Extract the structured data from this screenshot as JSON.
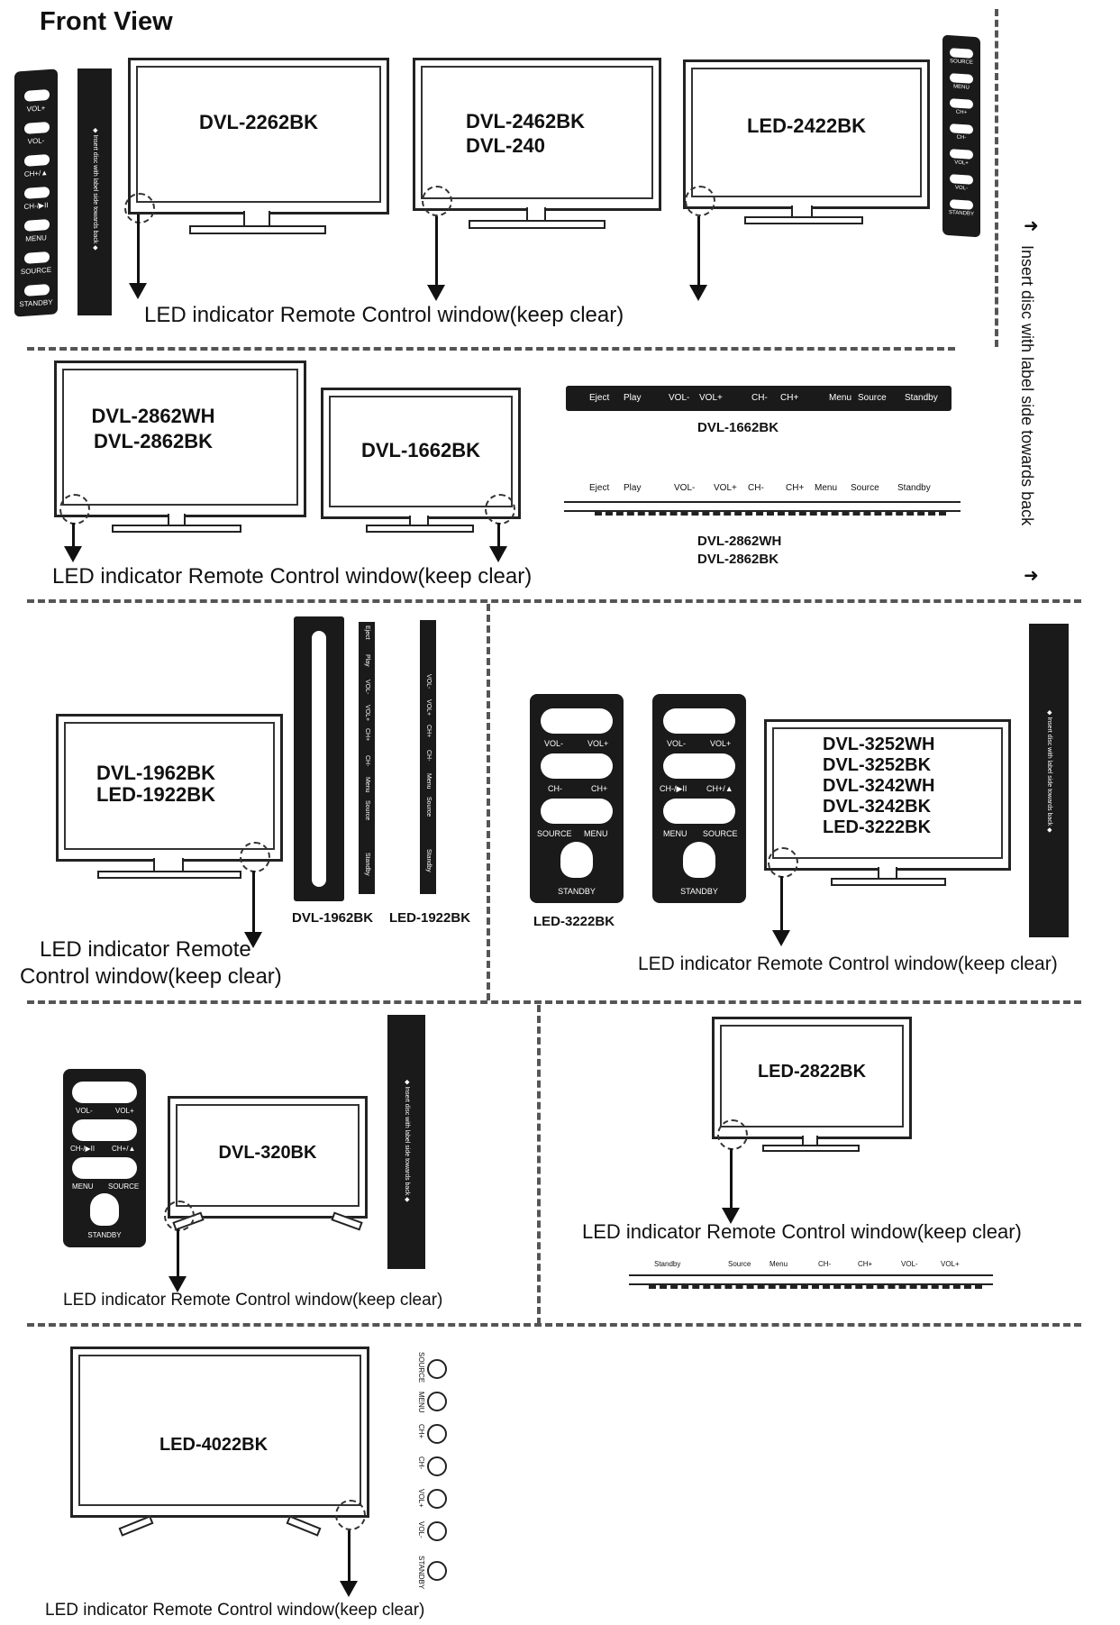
{
  "title": "Front View",
  "side_note": "Insert disc with label side towards back",
  "caption_text": "LED indicator Remote Control window(keep clear)",
  "caption_split": [
    "LED indicator Remote",
    "Control window(keep clear)"
  ],
  "models": {
    "m2262": "DVL-2262BK",
    "m2462": [
      "DVL-2462BK",
      "DVL-240"
    ],
    "m2422": "LED-2422BK",
    "m2862": [
      "DVL-2862WH",
      "DVL-2862BK"
    ],
    "m1662": "DVL-1662BK",
    "m1962": [
      "DVL-1962BK",
      "LED-1922BK"
    ],
    "m3252": [
      "DVL-3252WH",
      "DVL-3252BK",
      "DVL-3242WH",
      "DVL-3242BK",
      "LED-3222BK"
    ],
    "m320": "DVL-320BK",
    "m2822": "LED-2822BK",
    "m4022": "LED-4022BK"
  },
  "panel_labels": {
    "p1662": "DVL-1662BK",
    "p2862": [
      "DVL-2862WH",
      "DVL-2862BK"
    ],
    "p1962": "DVL-1962BK",
    "p1922": "LED-1922BK",
    "p3222": "LED-3222BK"
  },
  "button_rows": {
    "dvl1662": [
      "Eject",
      "Play",
      "VOL-",
      "VOL+",
      "CH-",
      "CH+",
      "Menu",
      "Source",
      "Standby"
    ],
    "dvl2862": [
      "Eject",
      "Play",
      "VOL-",
      "VOL+",
      "CH-",
      "CH+",
      "Menu",
      "Source",
      "Standby"
    ],
    "led2822": [
      "Standby",
      "Source",
      "Menu",
      "CH-",
      "CH+",
      "VOL-",
      "VOL+"
    ]
  },
  "left_panel_1": [
    "VOL+",
    "VOL-",
    "CH+/▲",
    "CH-/▶II",
    "MENU",
    "SOURCE",
    "STANDBY"
  ],
  "right_panel_1": [
    "SOURCE",
    "MENU",
    "CH+",
    "CH-",
    "VOL+",
    "VOL-",
    "STANDBY"
  ],
  "pad_a": [
    "VOL-",
    "VOL+",
    "CH-",
    "CH+",
    "SOURCE",
    "MENU",
    "STANDBY"
  ],
  "pad_b": [
    "VOL-",
    "VOL+",
    "CH-/▶II",
    "CH+/▲",
    "MENU",
    "SOURCE",
    "STANDBY"
  ],
  "pad_c": [
    "VOL-",
    "VOL+",
    "CH-/▶II",
    "CH+/▲",
    "MENU",
    "SOURCE",
    "STANDBY"
  ],
  "strip_1962": [
    "Eject",
    "Play",
    "VOL-",
    "VOL+",
    "CH+",
    "CH-",
    "Menu",
    "Source",
    "Standby"
  ],
  "strip_1922": [
    "VOL-",
    "VOL+",
    "CH+",
    "CH-",
    "Menu",
    "Source",
    "Standby"
  ],
  "led4022_buttons": [
    "SOURCE",
    "MENU",
    "CH+",
    "CH-",
    "VOL+",
    "VOL-",
    "STANDBY"
  ],
  "strip_note": "◆ Insert disc with label side towards back ◆"
}
